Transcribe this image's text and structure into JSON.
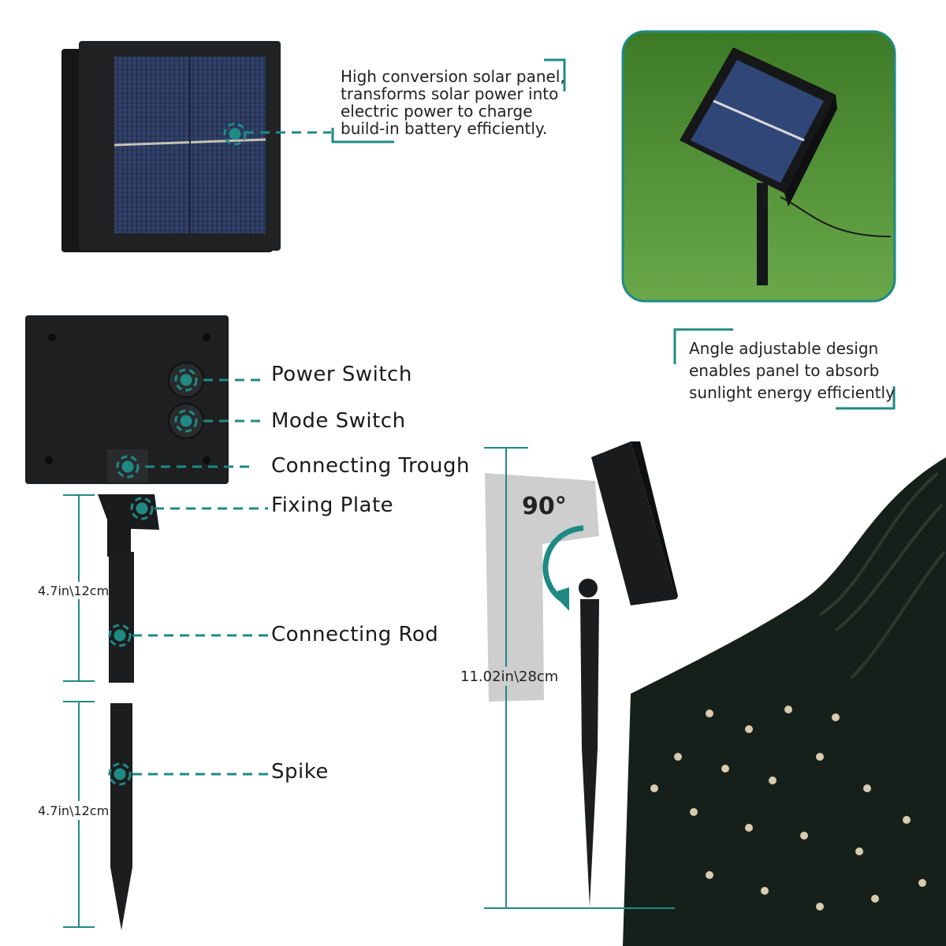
{
  "callouts": {
    "solar_panel": [
      "High conversion solar panel,",
      "transforms solar power into",
      "electric power to charge",
      "build-in battery efficiently."
    ],
    "angle": [
      "Angle adjustable design",
      "enables panel to absorb",
      "sunlight energy efficiently"
    ]
  },
  "labels": {
    "power_switch": "Power Switch",
    "mode_switch": "Mode Switch",
    "connecting_trough": "Connecting Trough",
    "fixing_plate": "Fixing Plate",
    "connecting_rod": "Connecting Rod",
    "spike": "Spike"
  },
  "dimensions": {
    "rod_length": "4.7in\\12cm",
    "spike_length": "4.7in\\12cm",
    "total_height": "11.02in\\28cm",
    "rotation": "90°"
  },
  "colors": {
    "accent": "#1f8a84",
    "panel_dark": "#1b1d1f",
    "panel_cell": "#2c3d63",
    "grass": "#4b8a2e"
  }
}
